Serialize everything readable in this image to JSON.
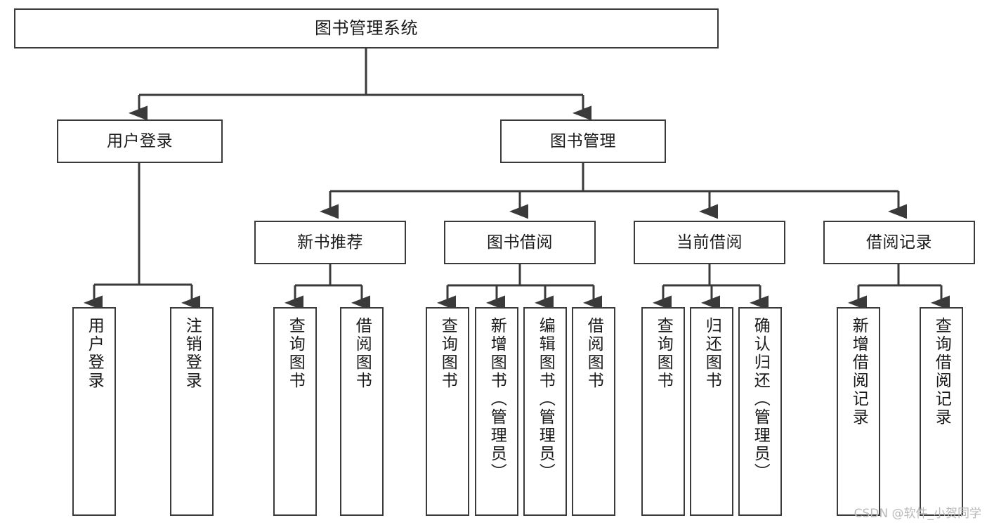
{
  "diagram": {
    "title": "图书管理系统",
    "type": "tree",
    "orientation": "top-down",
    "colors": {
      "box_border": "#3a3a3a",
      "box_fill": "#ffffff",
      "connector": "#3a3a3a",
      "text": "#1a1a1a",
      "watermark": "#b9b9b9",
      "background": "#ffffff"
    },
    "root": {
      "id": "root",
      "label": "图书管理系统"
    },
    "level1": [
      {
        "id": "user-login",
        "label": "用户登录"
      },
      {
        "id": "book-management",
        "label": "图书管理"
      }
    ],
    "level2": [
      {
        "id": "new-book-recommend",
        "label": "新书推荐",
        "parent": "book-management"
      },
      {
        "id": "book-borrow",
        "label": "图书借阅",
        "parent": "book-management"
      },
      {
        "id": "current-borrow",
        "label": "当前借阅",
        "parent": "book-management"
      },
      {
        "id": "borrow-record",
        "label": "借阅记录",
        "parent": "book-management"
      }
    ],
    "leaves": [
      {
        "id": "leaf-user-login",
        "label": "用户登录",
        "parent": "user-login"
      },
      {
        "id": "leaf-logout-login",
        "label": "注销登录",
        "parent": "user-login"
      },
      {
        "id": "leaf-query-book-1",
        "label": "查询图书",
        "parent": "new-book-recommend"
      },
      {
        "id": "leaf-borrow-book-1",
        "label": "借阅图书",
        "parent": "new-book-recommend"
      },
      {
        "id": "leaf-query-book-2",
        "label": "查询图书",
        "parent": "book-borrow"
      },
      {
        "id": "leaf-add-book",
        "label": "新增图书（管理员）",
        "parent": "book-borrow"
      },
      {
        "id": "leaf-edit-book",
        "label": "编辑图书（管理员）",
        "parent": "book-borrow"
      },
      {
        "id": "leaf-borrow-book-2",
        "label": "借阅图书",
        "parent": "book-borrow"
      },
      {
        "id": "leaf-query-book-3",
        "label": "查询图书",
        "parent": "current-borrow"
      },
      {
        "id": "leaf-return-book",
        "label": "归还图书",
        "parent": "current-borrow"
      },
      {
        "id": "leaf-confirm-return",
        "label": "确认归还（管理员）",
        "parent": "current-borrow"
      },
      {
        "id": "leaf-add-record",
        "label": "新增借阅记录",
        "parent": "borrow-record"
      },
      {
        "id": "leaf-query-record",
        "label": "查询借阅记录",
        "parent": "borrow-record"
      }
    ]
  },
  "watermark": {
    "text": "CSDN @软件_小贺同学"
  }
}
